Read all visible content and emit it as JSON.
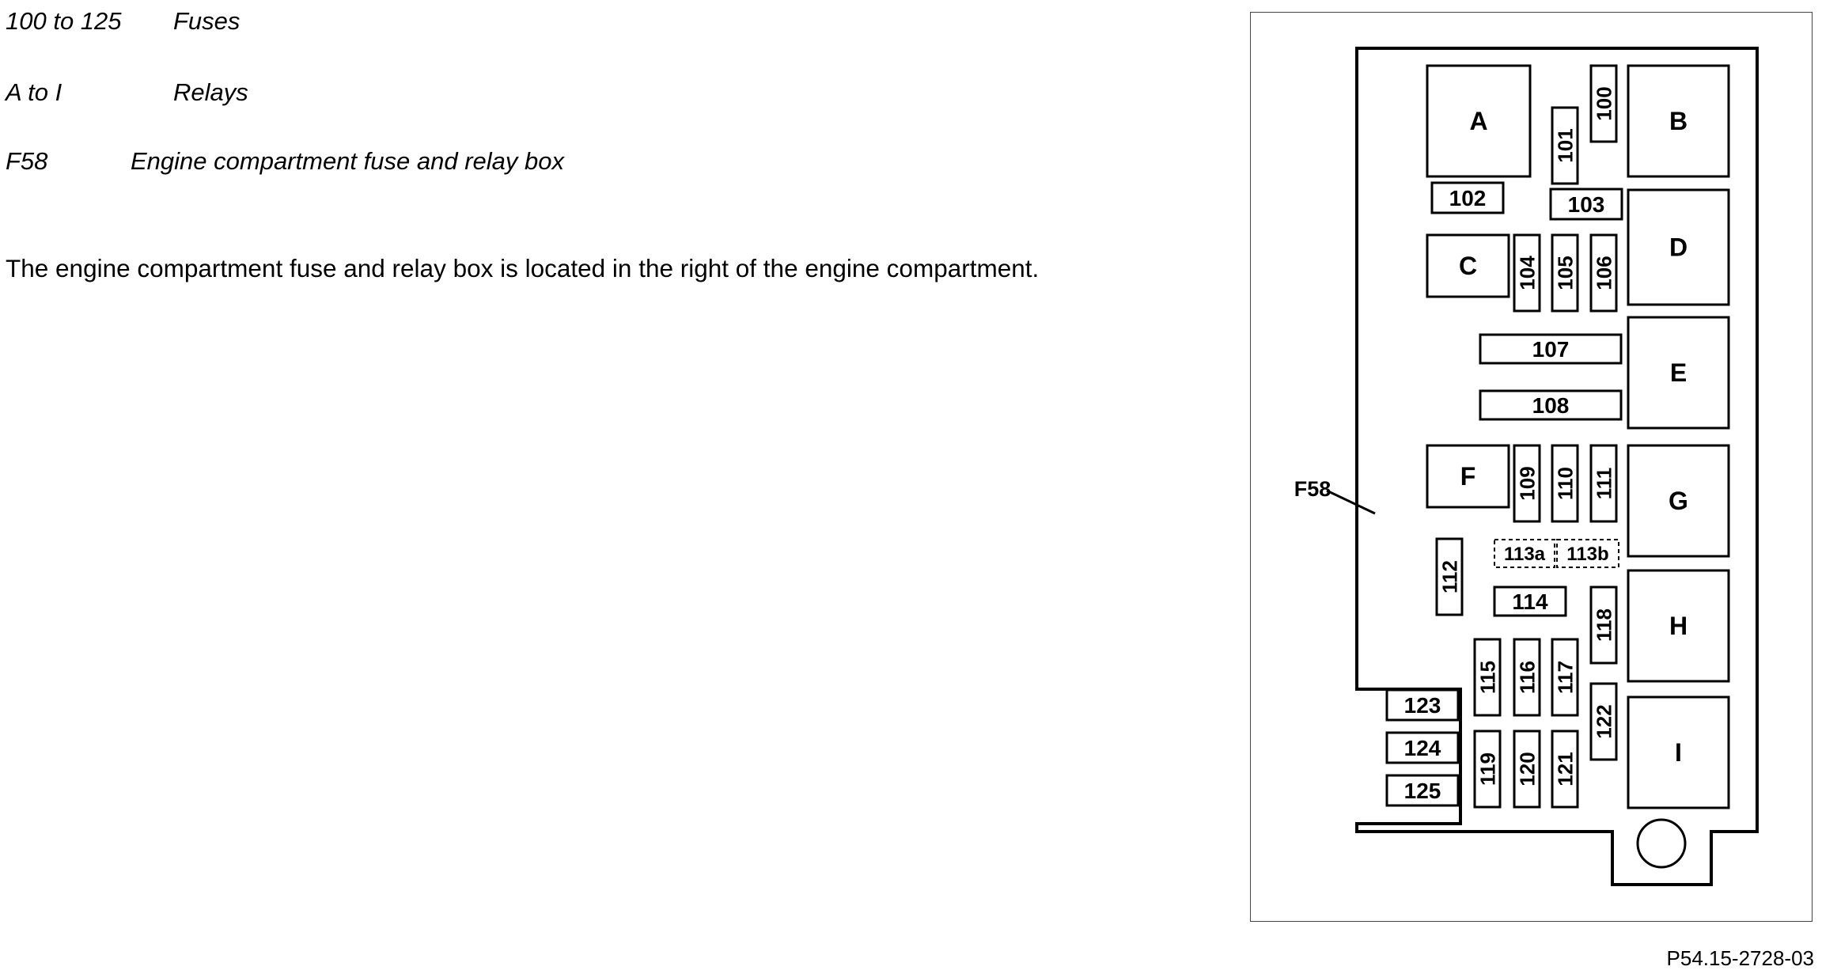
{
  "legend": [
    {
      "key": "100 to 125",
      "desc": "Fuses"
    },
    {
      "key": "A to I",
      "desc": "Relays"
    },
    {
      "key": "F58",
      "desc": "Engine compartment fuse and relay box"
    }
  ],
  "description": "The engine compartment fuse and relay box is located in the right of the engine compartment.",
  "diagram": {
    "callout": "F58",
    "relays": [
      "A",
      "B",
      "C",
      "D",
      "E",
      "F",
      "G",
      "H",
      "I"
    ],
    "fuses": [
      "100",
      "101",
      "102",
      "103",
      "104",
      "105",
      "106",
      "107",
      "108",
      "109",
      "110",
      "111",
      "112",
      "113a",
      "113b",
      "114",
      "115",
      "116",
      "117",
      "118",
      "119",
      "120",
      "121",
      "122",
      "123",
      "124",
      "125"
    ]
  },
  "ref_code": "P54.15-2728-03"
}
